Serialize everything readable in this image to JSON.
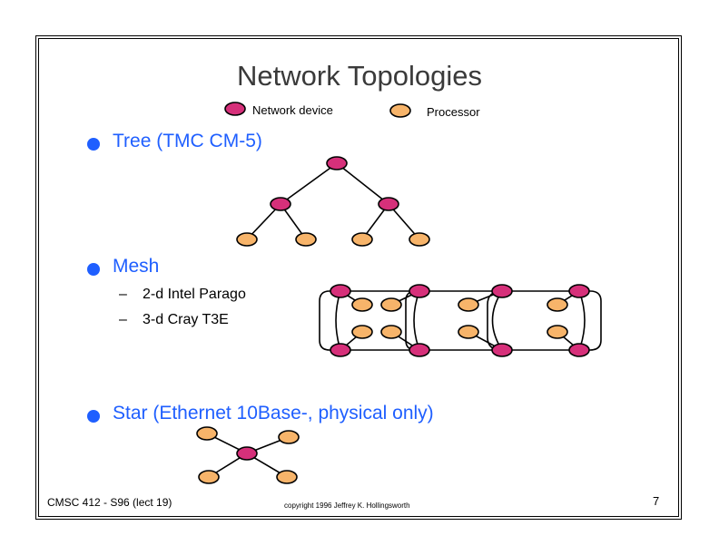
{
  "slide": {
    "title": "Network Topologies",
    "legend": {
      "device_label": "Network device",
      "processor_label": "Processor",
      "device_color": "#d6307a",
      "processor_color": "#f7b46a"
    },
    "bullets": [
      {
        "text": "Tree (TMC CM-5)"
      },
      {
        "text": "Mesh",
        "sub_items": [
          "2-d Intel Parago",
          "3-d Cray T3E"
        ]
      },
      {
        "text": "Star (Ethernet 10Base-, physical only)"
      }
    ],
    "sub_dash": "–",
    "footer": {
      "course": "CMSC 412 - S96  (lect 19)",
      "copyright": "copyright 1996 Jeffrey K. Hollingsworth",
      "page_number": "7"
    },
    "bullet_color": "#1f5fff"
  }
}
